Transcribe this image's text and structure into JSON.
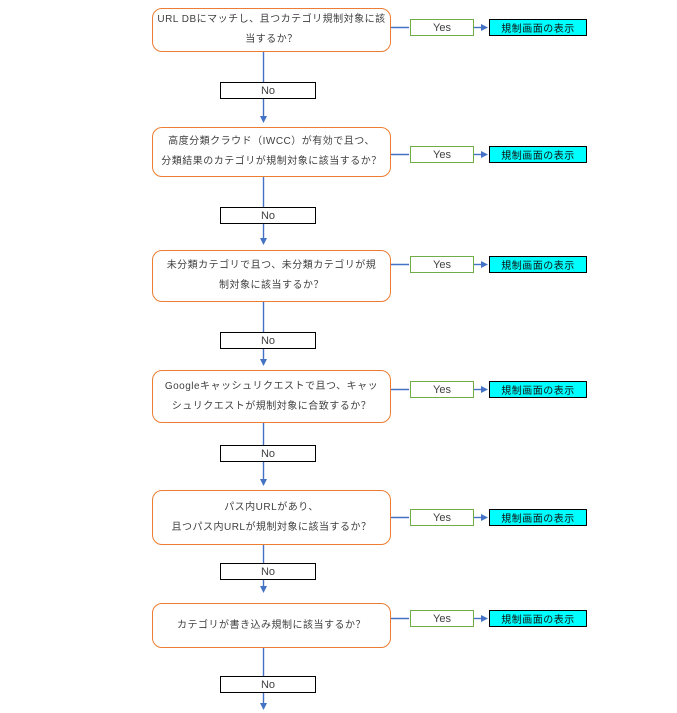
{
  "flowchart": {
    "yes_label": "Yes",
    "no_label": "No",
    "result_label": "規制画面の表示",
    "steps": [
      {
        "id": "url-db-match",
        "question": "URL DBにマッチし、且つカテゴリ規制対象に該\n当するか？"
      },
      {
        "id": "iwcc-category",
        "question": "高度分類クラウド（IWCC）が有効で且つ、\n分類結果のカテゴリが規制対象に該当するか？"
      },
      {
        "id": "unclassified",
        "question": "未分類カテゴリで且つ、未分類カテゴリが規\n制対象に該当するか？"
      },
      {
        "id": "google-cache",
        "question": "Googleキャッシュリクエストで且つ、キャッ\nシュリクエストが規制対象に合致するか？"
      },
      {
        "id": "path-url",
        "question": "パス内URLがあり、\n且つパス内URLが規制対象に該当するか？"
      },
      {
        "id": "write-restriction",
        "question": "カテゴリが書き込み規制に該当するか？"
      }
    ]
  },
  "colors": {
    "decision_border": "#ED7D31",
    "yes_border": "#70AD47",
    "no_border": "#000000",
    "result_fill": "#00FFFF",
    "result_border": "#000000",
    "connector": "#4472C4",
    "text": "#3F3F3F"
  }
}
